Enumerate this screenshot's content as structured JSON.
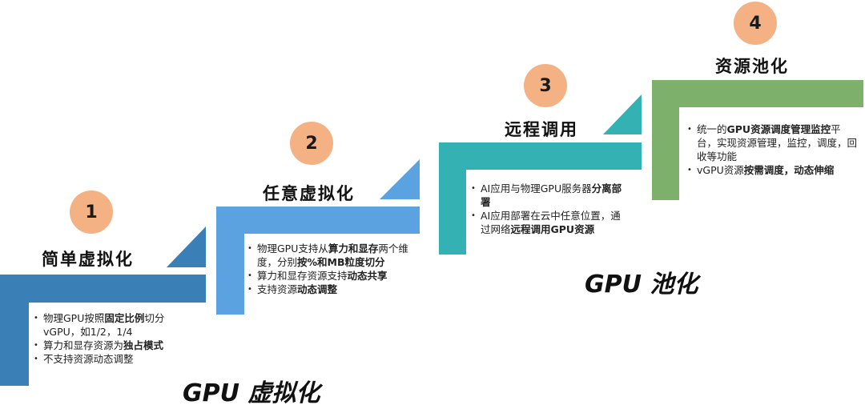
{
  "colors": {
    "step1": "#3a7fb5",
    "step2": "#5aa2e0",
    "step3": "#34b1b3",
    "step4": "#7db16b",
    "circle": "#f4b183"
  },
  "steps": [
    {
      "number": "1",
      "title": "简单虚拟化",
      "bullets": [
        [
          {
            "t": "物理GPU按照"
          },
          {
            "t": "固定比例",
            "b": true
          },
          {
            "t": "切分vGPU，如1/2，1/4"
          }
        ],
        [
          {
            "t": "算力和显存资源为"
          },
          {
            "t": "独占模式",
            "b": true
          }
        ],
        [
          {
            "t": "不支持资源动态调整"
          }
        ]
      ]
    },
    {
      "number": "2",
      "title": "任意虚拟化",
      "bullets": [
        [
          {
            "t": "物理GPU支持从"
          },
          {
            "t": "算力和显存",
            "b": true
          },
          {
            "t": "两个维度，分别"
          },
          {
            "t": "按%和MB粒度切分",
            "b": true
          }
        ],
        [
          {
            "t": "算力和显存资源支持"
          },
          {
            "t": "动态共享",
            "b": true
          }
        ],
        [
          {
            "t": "支持资源"
          },
          {
            "t": "动态调整",
            "b": true
          }
        ]
      ]
    },
    {
      "number": "3",
      "title": "远程调用",
      "bullets": [
        [
          {
            "t": "AI应用与物理GPU服务器"
          },
          {
            "t": "分离部署",
            "b": true
          }
        ],
        [
          {
            "t": "AI应用部署在云中任意位置，通过网络"
          },
          {
            "t": "远程调用GPU资源",
            "b": true
          }
        ]
      ]
    },
    {
      "number": "4",
      "title": "资源池化",
      "bullets": [
        [
          {
            "t": "统一的"
          },
          {
            "t": "GPU资源调度管理监控",
            "b": true
          },
          {
            "t": "平台，实现资源管理，监控，调度，回收等功能"
          }
        ],
        [
          {
            "t": "vGPU资源"
          },
          {
            "t": "按需调度，动态伸缩",
            "b": true
          }
        ]
      ]
    }
  ],
  "labels": {
    "virtualization": "GPU 虚拟化",
    "pooling": "GPU 池化"
  }
}
